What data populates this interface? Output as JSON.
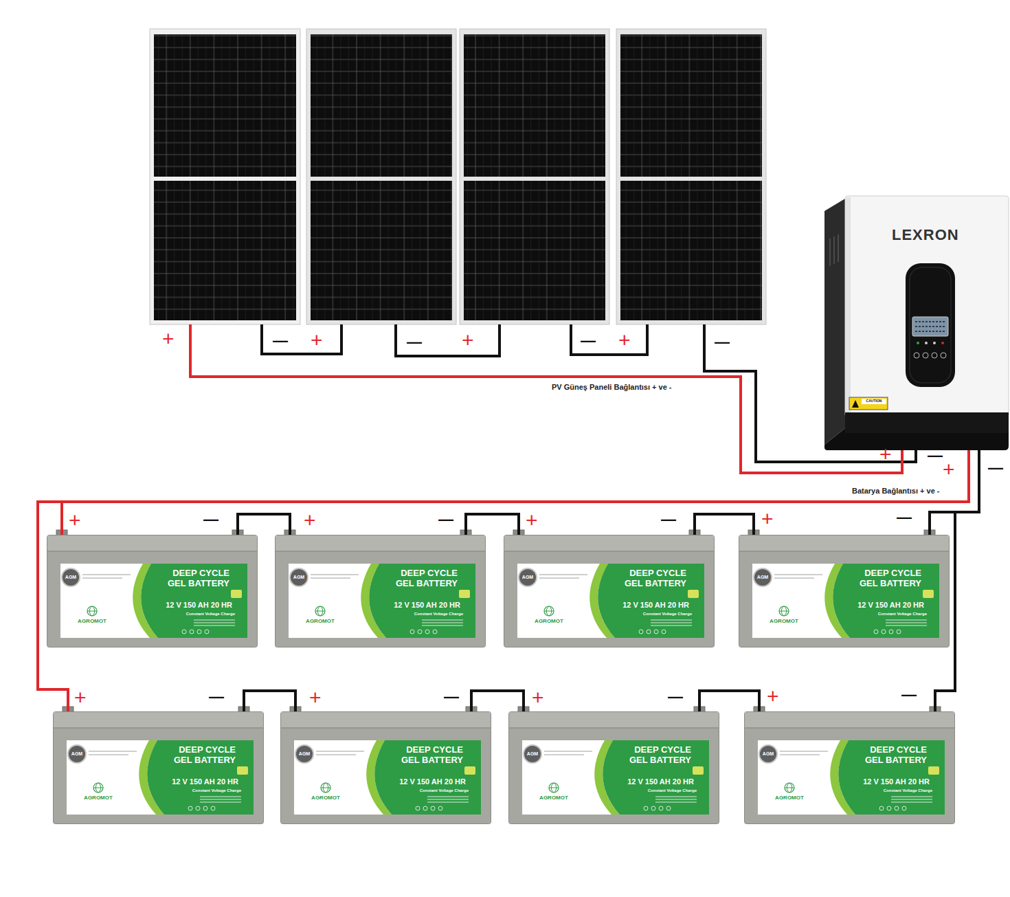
{
  "diagram": {
    "nodes": [
      {
        "text": [
          "LEXRON",
          "CAUTION"
        ]
      },
      {
        "text": [
          "AGM",
          "AGROMOT",
          "DEEP CYCLE GEL BATTERY",
          "12 V 150 AH 20 HR",
          "Constant Voltage Charge"
        ]
      },
      {
        "text": [
          "AGM",
          "AGROMOT",
          "DEEP CYCLE GEL BATTERY",
          "12 V 150 AH 20 HR",
          "Constant Voltage Charge"
        ]
      },
      {
        "text": [
          "AGM",
          "AGROMOT",
          "DEEP CYCLE GEL BATTERY",
          "12 V 150 AH 20 HR",
          "Constant Voltage Charge"
        ]
      },
      {
        "text": [
          "AGM",
          "AGROMOT",
          "DEEP CYCLE GEL BATTERY",
          "12 V 150 AH 20 HR",
          "Constant Voltage Charge"
        ]
      },
      {
        "text": [
          "AGM",
          "AGROMOT",
          "DEEP CYCLE GEL BATTERY",
          "12 V 150 AH 20 HR",
          "Constant Voltage Charge"
        ]
      },
      {
        "text": [
          "AGM",
          "AGROMOT",
          "DEEP CYCLE GEL BATTERY",
          "12 V 150 AH 20 HR",
          "Constant Voltage Charge"
        ]
      },
      {
        "text": [
          "AGM",
          "AGROMOT",
          "DEEP CYCLE GEL BATTERY",
          "12 V 150 AH 20 HR",
          "Constant Voltage Charge"
        ]
      },
      {
        "text": [
          "AGM",
          "AGROMOT",
          "DEEP CYCLE GEL BATTERY",
          "12 V 150 AH 20 HR",
          "Constant Voltage Charge"
        ]
      }
    ],
    "edges": [
      {
        "from": 0,
        "to": 1,
        "arrow": "none"
      },
      {
        "from": 0,
        "to": 5,
        "arrow": "none"
      },
      {
        "from": 1,
        "to": 2,
        "arrow": "none"
      },
      {
        "from": 2,
        "to": 3,
        "arrow": "none"
      },
      {
        "from": 3,
        "to": 4,
        "arrow": "none"
      },
      {
        "from": 4,
        "to": 0,
        "arrow": "none"
      },
      {
        "from": 5,
        "to": 6,
        "arrow": "none"
      },
      {
        "from": 6,
        "to": 7,
        "arrow": "none"
      },
      {
        "from": 7,
        "to": 8,
        "arrow": "none"
      },
      {
        "from": 8,
        "to": 0,
        "arrow": "none"
      }
    ],
    "labels": [
      "+",
      "—",
      "+",
      "—",
      "+",
      "—",
      "+",
      "—",
      "PV Güneş Paneli Bağlantısı + ve -",
      "+",
      "—",
      "+",
      "—",
      "Batarya Bağlantısı + ve -",
      "+",
      "—",
      "+",
      "—",
      "+",
      "—",
      "+",
      "—",
      "+",
      "—",
      "+",
      "—",
      "+",
      "—",
      "+",
      "—"
    ]
  }
}
